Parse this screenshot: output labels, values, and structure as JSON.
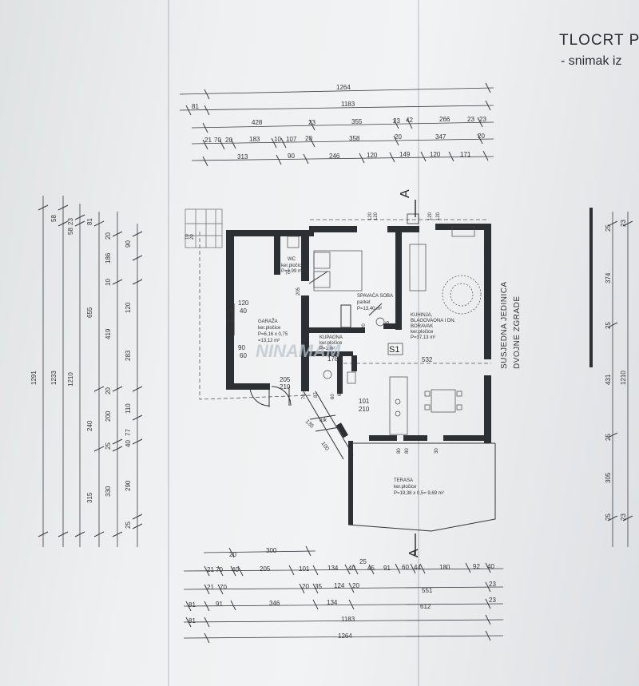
{
  "title": "TLOCRT P",
  "subtitle": "- snimak iz",
  "watermark": "NINAMAM",
  "section_marker": "A",
  "unit_badge": "S1",
  "neighbor_label": [
    "SUSJEDNA JEDINICA",
    "DVOJNE ZGRADE"
  ],
  "rooms": {
    "garage": [
      "GARAŽA",
      "ker.pločice",
      "P=6,16 x 0,75",
      "=13,12 m²"
    ],
    "wc": [
      "WC",
      "ker.pločice",
      "P=1,99 m²"
    ],
    "bedroom": [
      "SPAVAĆA SOBA",
      "parket",
      "P=13,40 m²"
    ],
    "kitchen": [
      "KUHINJA,",
      "BLAGOVAONA I DN.",
      "BORAVAK",
      "ker.pločice",
      "P=37,13 m²"
    ],
    "bath": [
      "KUPAONA",
      "ker.pločice",
      "P=1 m²"
    ],
    "terrace": [
      "TERASA",
      "ker.pločice",
      "P=19,38 x 0,5= 9,69 m²"
    ]
  },
  "top_dims": {
    "row1": [
      "1264"
    ],
    "row2": [
      "81",
      "1183"
    ],
    "row3": [
      "428",
      "23",
      "355",
      "23",
      "42",
      "266",
      "23",
      "23"
    ],
    "row4": [
      "21",
      "70",
      "20",
      "183",
      "10",
      "107",
      "20",
      "358",
      "20",
      "347",
      "20"
    ],
    "row5": [
      "313",
      "90",
      "246",
      "120",
      "149",
      "120",
      "171"
    ]
  },
  "bottom_dims": {
    "row0": [
      "20",
      "300"
    ],
    "row1": [
      "21",
      "70",
      "40",
      "205",
      "101",
      "134",
      "25",
      "40",
      "45",
      "91",
      "60",
      "44",
      "180",
      "92",
      "40"
    ],
    "row2": [
      "21",
      "70",
      "20",
      "35",
      "124",
      "20",
      "551",
      "23"
    ],
    "row3": [
      "81",
      "91",
      "346",
      "134",
      "612",
      "23"
    ],
    "row4": [
      "81",
      "1183"
    ],
    "row5": [
      "1264"
    ]
  },
  "left_dims": {
    "col1": [
      "1291"
    ],
    "col2": [
      "58",
      "1233"
    ],
    "col3": [
      "23",
      "58",
      "1210"
    ],
    "col4": [
      "81",
      "655",
      "240",
      "315"
    ],
    "col5": [
      "20",
      "186",
      "10",
      "419",
      "20",
      "200",
      "25",
      "330"
    ],
    "col6": [
      "90",
      "120",
      "283",
      "110",
      "40",
      "77",
      "290",
      "25"
    ]
  },
  "right_dims": {
    "col1": [
      "25",
      "374",
      "25",
      "431",
      "25",
      "305",
      "25"
    ],
    "col2": [
      "23",
      "1210",
      "23"
    ]
  },
  "inner_labels": [
    "120",
    "40",
    "90",
    "60",
    "205",
    "210",
    "71",
    "205",
    "120",
    "205",
    "178",
    "87",
    "60",
    "101",
    "210",
    "532",
    "120",
    "120",
    "80",
    "80",
    "30",
    "60",
    "135",
    "100",
    "luk",
    "70",
    "120",
    "20",
    "10",
    "20"
  ]
}
